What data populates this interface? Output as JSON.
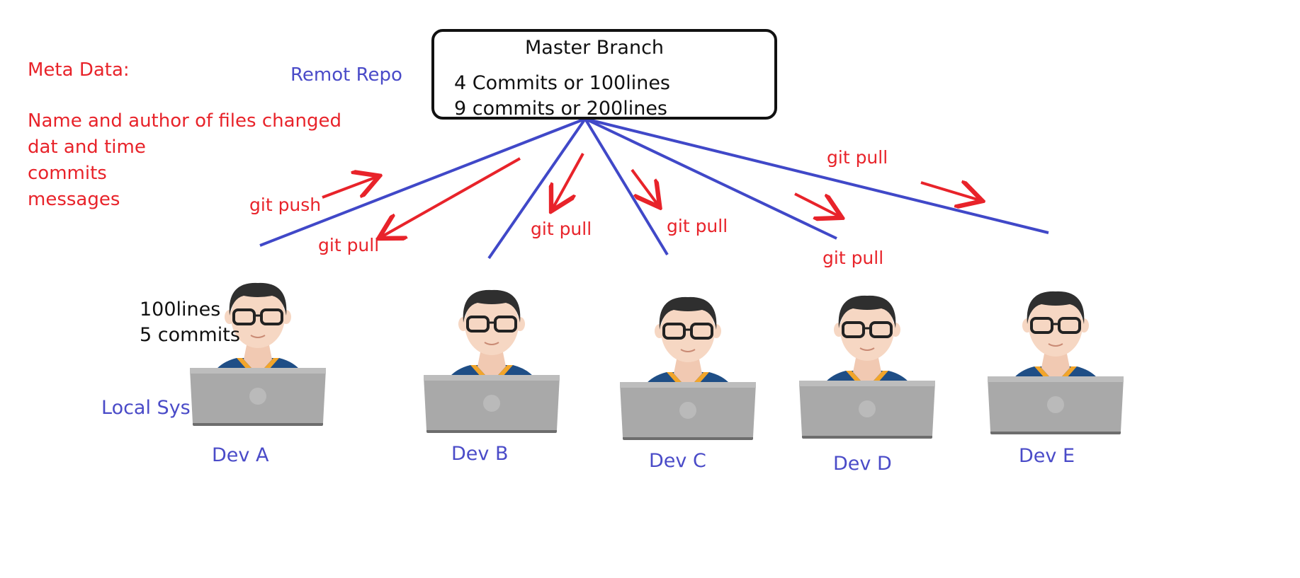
{
  "meta": {
    "title": "Meta Data:",
    "lines": [
      "Name and author of files changed",
      "dat and time",
      "commits",
      "messages"
    ]
  },
  "remote_label": "Remot Repo",
  "master": {
    "title": "Master Branch",
    "lines": [
      "4 Commits  or 100lines",
      "9 commits or 200lines"
    ]
  },
  "arrow_labels": {
    "push_a": "git push",
    "pull_a": "git pull",
    "pull_b": "git pull",
    "pull_c": "git pull",
    "pull_d": "git pull",
    "pull_e": "git pull"
  },
  "dev_a_stats": [
    "100lines",
    "5 commits"
  ],
  "local_label": "Local Sys",
  "devs": [
    "Dev A",
    "Dev B",
    "Dev C",
    "Dev D",
    "Dev E"
  ],
  "colors": {
    "connector": "#4048c8",
    "arrow": "#e8232a",
    "label_red": "#e8232a",
    "label_blue": "#4a4bc8",
    "skin": "#f6d7c3",
    "hair": "#2f2f2f",
    "shirt": "#1f4e86",
    "collar": "#f2a52a",
    "laptop": "#a9a9a9"
  },
  "icons": [
    "developer-with-laptop-icon"
  ]
}
